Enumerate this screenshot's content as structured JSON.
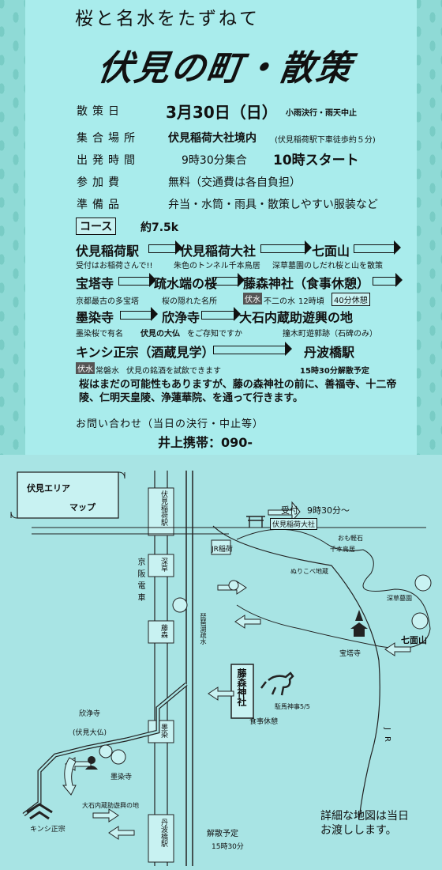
{
  "flyer": {
    "subtitle": "桜と名水をたずねて",
    "title": "伏見の町・散策",
    "info": [
      {
        "label": "散策日",
        "value": "3月30日（日）",
        "note": "小雨決行・雨天中止"
      },
      {
        "label": "集合場所",
        "value": "伏見稲荷大社境内",
        "note": "(伏見稲荷駅下車徒歩約５分)"
      },
      {
        "label": "出発時間",
        "value": "9時30分集合",
        "note": "10時スタート"
      },
      {
        "label": "参加費",
        "value": "無料（交通費は各自負担）",
        "note": ""
      },
      {
        "label": "準備品",
        "value": "弁当・水筒・雨具・散策しやすい服装など",
        "note": ""
      }
    ],
    "course": {
      "label": "コース",
      "distance": "約7.5k",
      "rows": [
        {
          "stops": [
            "伏見稲荷駅",
            "伏見稲荷大社",
            "七面山"
          ],
          "notes": [
            "受付はお稲荷さんで!!",
            "朱色のトンネル千本鳥居",
            "深草墓園のしだれ桜と山を散策"
          ]
        },
        {
          "stops": [
            "宝塔寺",
            "疏水端の桜",
            "藤森神社（食事休憩）"
          ],
          "notes": [
            "京都最古の多宝塔",
            "桜の隠れた名所",
            "伏水",
            "不二の水",
            "12時頃",
            "40分休憩"
          ]
        },
        {
          "stops": [
            "墨染寺",
            "欣浄寺",
            "大石内蔵助遊興の地"
          ],
          "notes": [
            "墨染桜で有名",
            "伏見の大仏",
            "をご存知ですか",
            "撞木町遊郭跡（石碑のみ）"
          ]
        },
        {
          "stops": [
            "キンシ正宗（酒蔵見学）",
            "丹波橋駅"
          ],
          "notes": [
            "伏水",
            "常磐水",
            "伏見の銘酒を試飲できます",
            "15時30分解散予定"
          ]
        }
      ]
    },
    "note_text": "桜はまだの可能性もありますが、藤の森神社の前に、善福寺、十二帝陵、仁明天皇陵、浄蓮華院、を通って行きます。",
    "contact_label": "お問い合わせ（当日の決行・中止等）",
    "contact_phone": "井上携帯：090-"
  },
  "map": {
    "title_line1": "伏見エリア",
    "title_line2": "マップ",
    "reception": "受付　9時30分～",
    "places": {
      "inari_taisha": "伏見稲荷大社",
      "jr_inari": "JR稲荷",
      "omokaru": "おも軽石",
      "senbon": "千本鳥居",
      "nurikabe": "ぬりこべ地蔵",
      "fukakusa": "深草墓園",
      "shichimen": "七面山",
      "hoto": "宝塔寺",
      "sosui": "琵琶湖疏水",
      "fujinomori": "藤森神社",
      "kakeuma": "駈馬神事5/5",
      "meal": "食事休憩",
      "gonjo": "欣浄寺",
      "daibutsu": "(伏見大仏)",
      "bokusen": "墨染寺",
      "oishi": "大石内蔵助遊興の地",
      "kinshi": "キンシ正宗",
      "keihan": "京阪電車",
      "jr": "JR",
      "kaisan": "解散予定",
      "kaisan_time": "15時30分"
    },
    "stations": [
      "伏見稲荷駅",
      "深草",
      "藤森",
      "墨染",
      "丹波橋駅"
    ],
    "detail_note_1": "詳細な地図は当日",
    "detail_note_2": "お渡しします。"
  }
}
